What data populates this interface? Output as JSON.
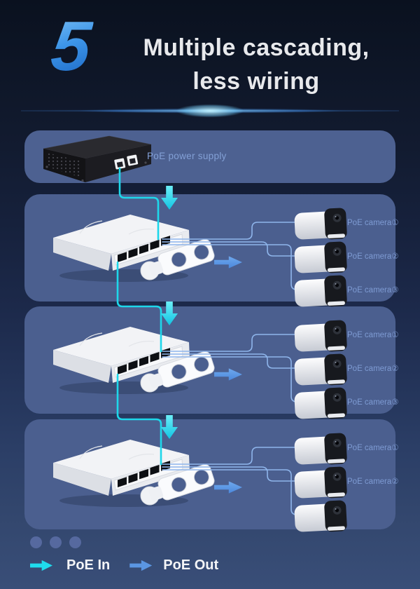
{
  "header": {
    "section_number": "5",
    "title_line1": "Multiple cascading,",
    "title_line2": "less wiring"
  },
  "power_panel": {
    "label": "PoE power supply"
  },
  "cascade_panels": [
    {
      "camera_count": 3,
      "cameras": [
        "PoE camera①",
        "PoE camera②",
        "PoE camera③"
      ]
    },
    {
      "camera_count": 3,
      "cameras": [
        "PoE camera①",
        "PoE camera②",
        "PoE camera③"
      ]
    },
    {
      "camera_count": 3,
      "cameras": [
        "PoE camera①",
        "PoE camera②"
      ]
    }
  ],
  "footer": {
    "pagination_dots": 3,
    "legend": {
      "poe_in": "PoE In",
      "poe_out": "PoE Out"
    }
  },
  "colors": {
    "poe_in_cyan": "#1fdcee",
    "poe_out_blue": "#5b96e2",
    "panel_background": "#4b5f8f",
    "section_number_blue": "#3d95e8",
    "label_text_blue": "#83a0d6",
    "title_text": "#e8e9ec"
  },
  "icons": {
    "poe-in-down-arrow-icon": "thick cyan block arrow pointing down (CSS clip-path)",
    "poe-out-right-arrow-icon": "blue block arrow pointing right (CSS clip-path)",
    "poe-in-legend-arrow-icon": "cyan block arrow pointing right (CSS clip-path)"
  }
}
